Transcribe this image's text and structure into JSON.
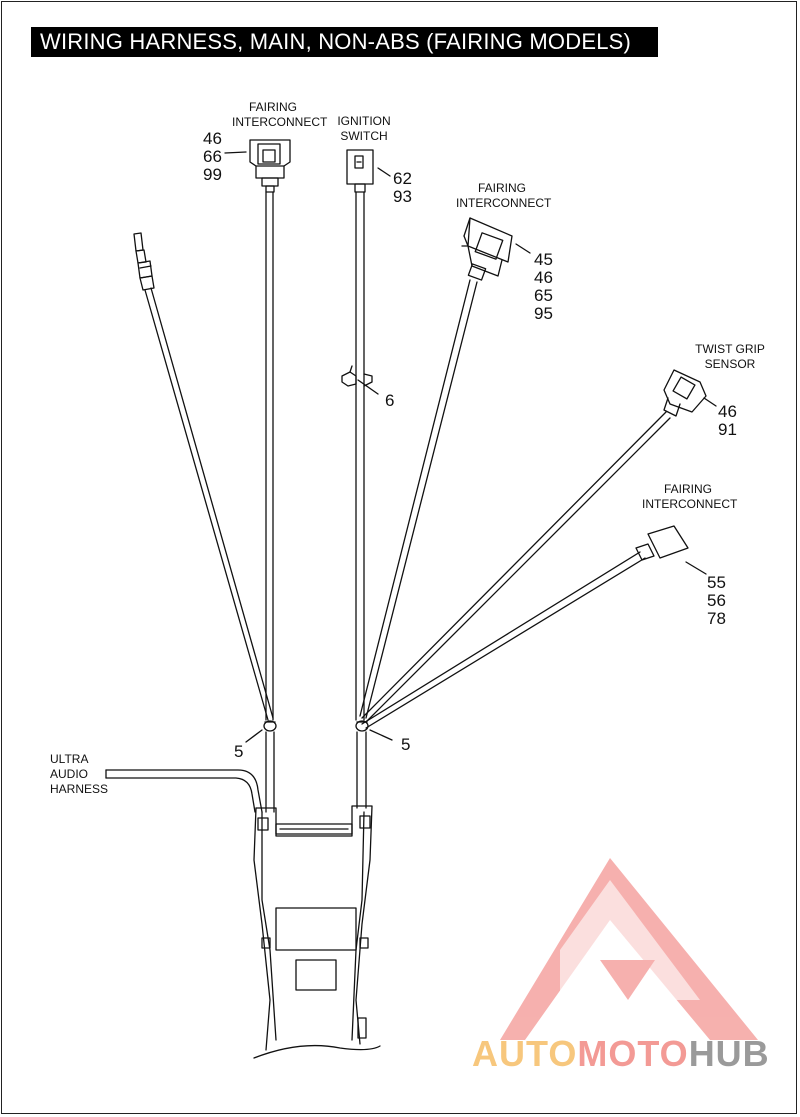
{
  "title": "WIRING HARNESS, MAIN, NON-ABS (FAIRING MODELS)",
  "labels": {
    "fairing_interconnect_top": [
      "FAIRING",
      "INTERCONNECT"
    ],
    "ignition_switch": [
      "IGNITION",
      "SWITCH"
    ],
    "fairing_interconnect_mid": [
      "FAIRING",
      "INTERCONNECT"
    ],
    "twist_grip_sensor": [
      "TWIST GRIP",
      "SENSOR"
    ],
    "fairing_interconnect_right": [
      "FAIRING",
      "INTERCONNECT"
    ],
    "ultra_audio_harness": [
      "ULTRA",
      "AUDIO",
      "HARNESS"
    ]
  },
  "callouts": {
    "fairing_interconnect_top": [
      "46",
      "66",
      "99"
    ],
    "ignition_switch": [
      "62",
      "93"
    ],
    "fairing_interconnect_mid": [
      "45",
      "46",
      "65",
      "95"
    ],
    "twist_grip_sensor": [
      "46",
      "91"
    ],
    "fairing_interconnect_right": [
      "55",
      "56",
      "78"
    ],
    "clip": "6",
    "cable_tie_left": "5",
    "cable_tie_right": "5"
  },
  "watermark": {
    "part1": "AUTO",
    "part2": "MOTO",
    "part3": "HUB",
    "colors": {
      "auto": "#f7c77d",
      "moto": "#f39a95",
      "hub": "#9a9a9a",
      "triangle": "#f5a3a0"
    }
  }
}
